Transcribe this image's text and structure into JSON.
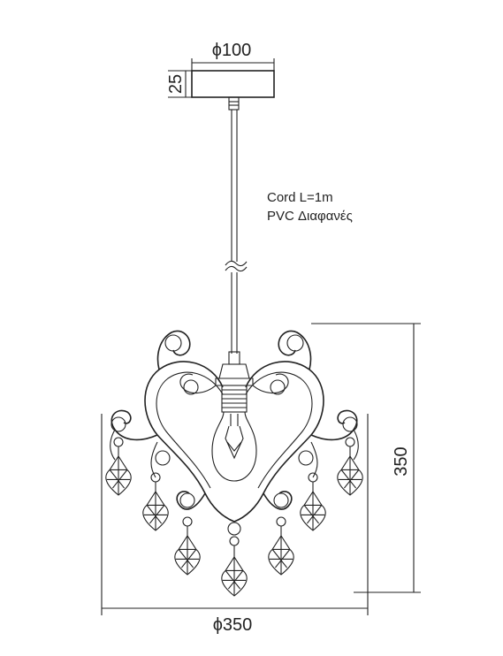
{
  "dimensions": {
    "canopy_diameter": "ϕ100",
    "canopy_height": "25",
    "body_height": "350",
    "body_diameter": "ϕ350"
  },
  "notes": {
    "cord_length": "Cord L=1m",
    "cord_material": "PVC Διαφανές"
  },
  "colors": {
    "line": "#222222",
    "background": "#ffffff"
  },
  "icons": {
    "bulb": "light-bulb-icon",
    "crystal": "crystal-pendant-icon",
    "scroll": "scroll-ornament-icon"
  }
}
